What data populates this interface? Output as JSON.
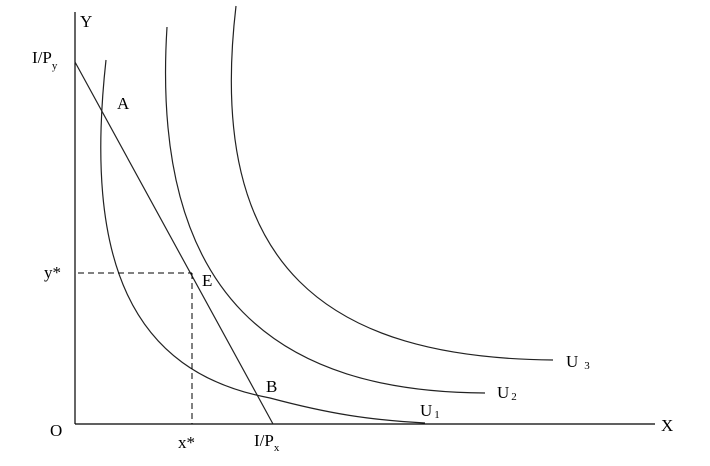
{
  "axes": {
    "y_label": "Y",
    "x_label": "X",
    "origin_label": "O"
  },
  "intercepts": {
    "y_intercept": {
      "base": "I/P",
      "sub": "y"
    },
    "x_intercept": {
      "base": "I/P",
      "sub": "x"
    }
  },
  "points": {
    "a": "A",
    "b": "B",
    "e": "E"
  },
  "equilibrium": {
    "y_star": "y*",
    "x_star": "x*"
  },
  "curves": {
    "u1": {
      "base": "U",
      "sub": "1"
    },
    "u2": {
      "base": "U",
      "sub": "2"
    },
    "u3": {
      "base": "U",
      "sub": "3"
    }
  }
}
